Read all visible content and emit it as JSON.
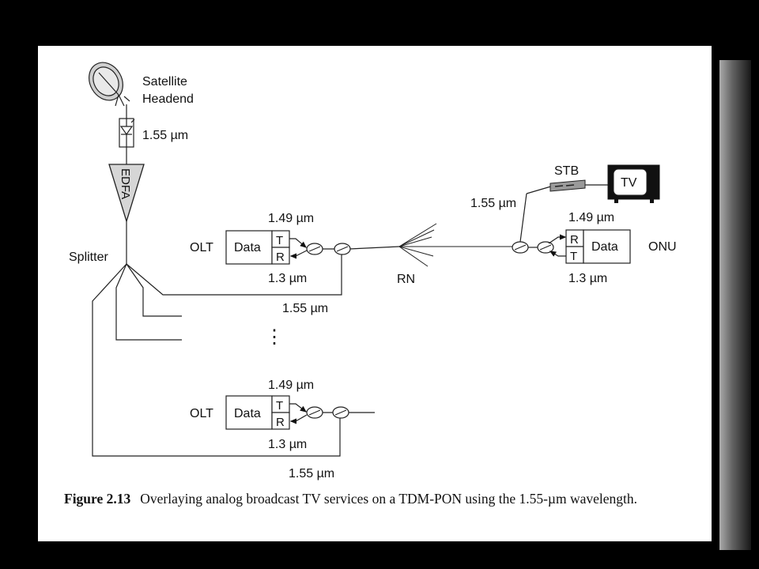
{
  "labels": {
    "satellite_line1": "Satellite",
    "satellite_line2": "Headend",
    "wl_155_top": "1.55 µm",
    "edfa": "EDFA",
    "splitter": "Splitter",
    "olt_top": "OLT",
    "data": "Data",
    "t": "T",
    "r": "R",
    "wl_149": "1.49 µm",
    "wl_13": "1.3 µm",
    "wl_155": "1.55 µm",
    "rn": "RN",
    "stb": "STB",
    "tv": "TV",
    "onu": "ONU",
    "olt_bottom": "OLT",
    "ellipsis": "⋮"
  },
  "caption": {
    "number": "Figure 2.13",
    "text": "Overlaying analog broadcast TV services on a TDM-PON using the 1.55-µm wavelength."
  }
}
